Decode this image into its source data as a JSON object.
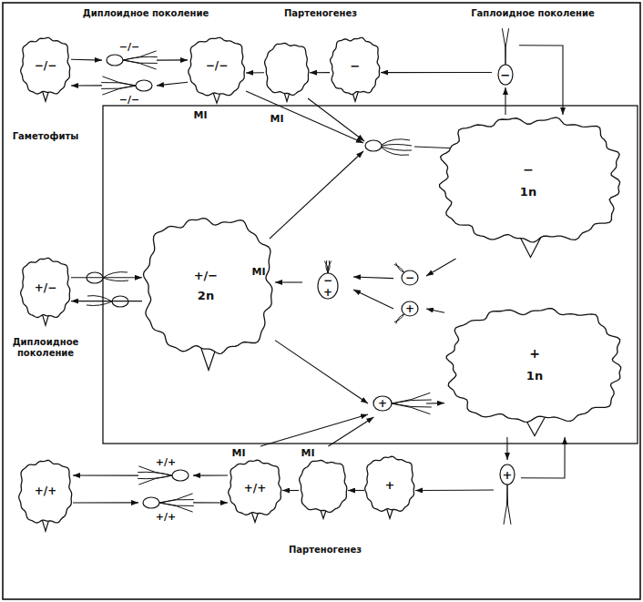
{
  "diagram": {
    "nodes": [
      {
        "text": [
          "−/−"
        ]
      },
      {
        "text": [
          "−/−"
        ]
      },
      {
        "text": [
          "−/−"
        ]
      },
      {
        "text": [
          "−/−",
          "MI"
        ]
      },
      {
        "text": [
          "MI"
        ]
      },
      {
        "text": [
          "−"
        ]
      },
      {
        "text": [
          "−"
        ]
      },
      {
        "text": [
          "−",
          "1n"
        ]
      },
      {
        "text": [
          "−"
        ]
      },
      {
        "text": [
          "+"
        ]
      },
      {
        "text": [
          "−",
          "+"
        ]
      },
      {
        "text": [
          "+",
          "1n"
        ]
      },
      {
        "text": [
          "+/−"
        ]
      },
      {
        "text": [
          "+/−",
          "2n",
          "MI"
        ]
      },
      {
        "text": [
          "+"
        ]
      },
      {
        "text": [
          "+"
        ]
      },
      {
        "text": [
          "+"
        ]
      },
      {
        "text": [
          "MI"
        ]
      },
      {
        "text": [
          "+/+",
          "MI"
        ]
      },
      {
        "text": [
          "+/+"
        ]
      },
      {
        "text": [
          "+/+"
        ]
      },
      {
        "text": [
          "+/+"
        ]
      }
    ],
    "edges": [
      {
        "from": 0,
        "to": 1,
        "arrow": "to"
      },
      {
        "from": 1,
        "to": 3,
        "arrow": "to"
      },
      {
        "from": 3,
        "to": 2,
        "arrow": "to"
      },
      {
        "from": 2,
        "to": 0,
        "arrow": "to"
      },
      {
        "from": 6,
        "to": 5,
        "arrow": "to"
      },
      {
        "from": 5,
        "to": 4,
        "arrow": "to"
      },
      {
        "from": 4,
        "to": 3,
        "arrow": "to"
      },
      {
        "from": 7,
        "to": 6,
        "arrow": "to"
      },
      {
        "from": 6,
        "to": 7,
        "arrow": "to"
      },
      {
        "from": 7,
        "to": 8,
        "arrow": "to"
      },
      {
        "from": 8,
        "to": 10,
        "arrow": "to"
      },
      {
        "from": 11,
        "to": 9,
        "arrow": "to"
      },
      {
        "from": 9,
        "to": 10,
        "arrow": "to"
      },
      {
        "from": 10,
        "to": 13,
        "arrow": "to"
      },
      {
        "from": 12,
        "to": 13,
        "arrow": "to"
      },
      {
        "from": 13,
        "to": 12,
        "arrow": "to"
      },
      {
        "from": 13,
        "to": 14,
        "arrow": "to"
      },
      {
        "from": 14,
        "to": 11,
        "arrow": "to"
      },
      {
        "from": 11,
        "to": 15,
        "arrow": "to"
      },
      {
        "from": 15,
        "to": 11,
        "arrow": "to"
      },
      {
        "from": 15,
        "to": 16,
        "arrow": "to"
      },
      {
        "from": 16,
        "to": 17,
        "arrow": "to"
      },
      {
        "from": 17,
        "to": 18,
        "arrow": "to"
      },
      {
        "from": 18,
        "to": 19,
        "arrow": "to"
      },
      {
        "from": 19,
        "to": 21,
        "arrow": "to"
      },
      {
        "from": 21,
        "to": 20,
        "arrow": "to"
      },
      {
        "from": 20,
        "to": 18,
        "arrow": "to"
      },
      {
        "from": 18,
        "to": 14,
        "arrow": "to"
      },
      {
        "from": 17,
        "to": 14,
        "arrow": "to"
      }
    ],
    "labels": [
      "Диплоидное поколение",
      "Партеногенез",
      "Гаплоидное поколение",
      "Гаметофиты",
      "Диплоидное поколение",
      "Партеногенез"
    ]
  }
}
